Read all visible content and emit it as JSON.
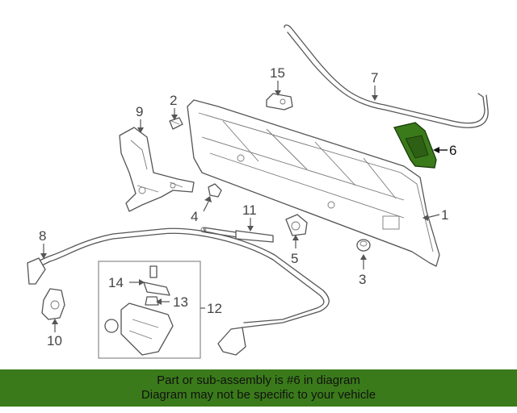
{
  "callouts": {
    "c1": "1",
    "c2": "2",
    "c3": "3",
    "c4": "4",
    "c5": "5",
    "c6": "6",
    "c7": "7",
    "c8": "8",
    "c9": "9",
    "c10": "10",
    "c11": "11",
    "c12": "12",
    "c13": "13",
    "c14": "14",
    "c15": "15"
  },
  "highlight": {
    "part_number": "6",
    "color": "#3a7a1a"
  },
  "banner": {
    "line1": "Part or sub-assembly is #6 in diagram",
    "line2": "Diagram may not be specific to your vehicle",
    "background": "#3a7a1a"
  }
}
